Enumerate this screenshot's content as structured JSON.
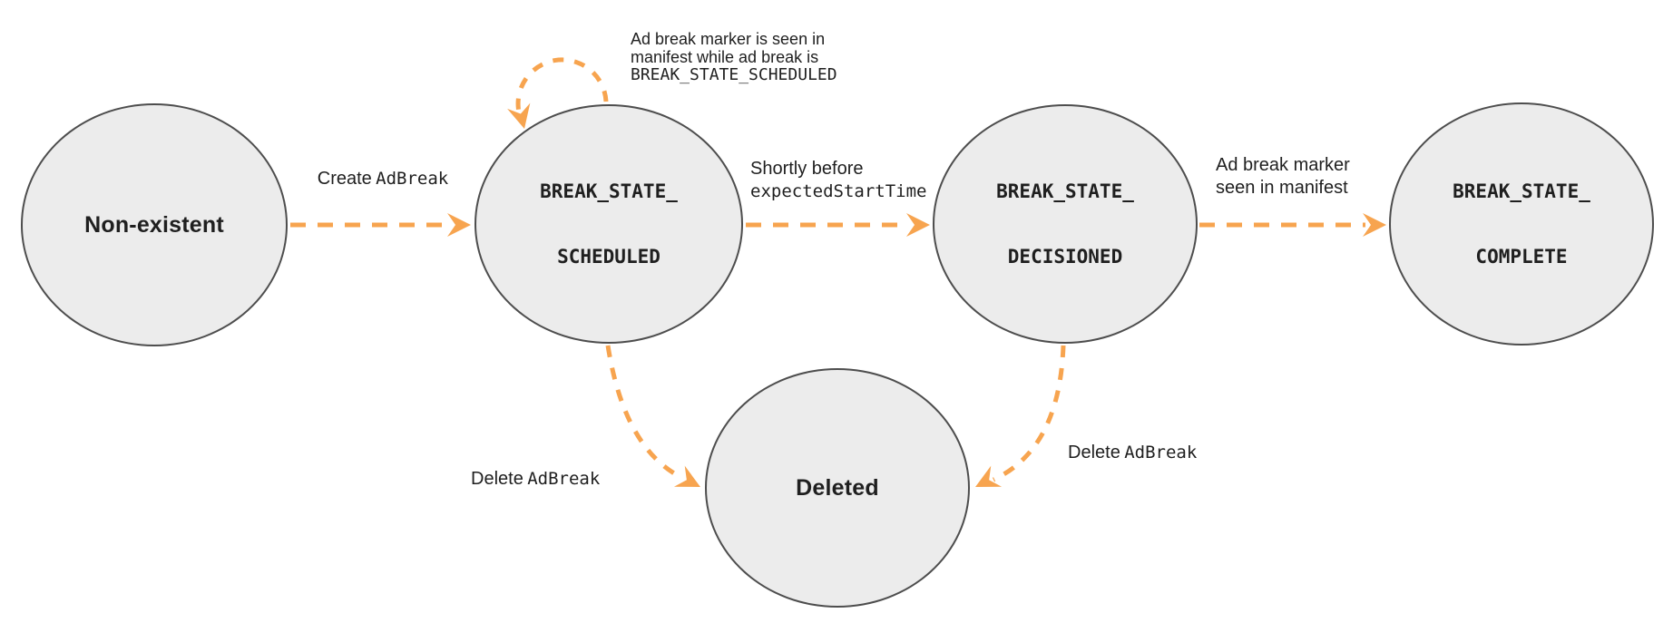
{
  "colors": {
    "accent_orange": "#F7A44F",
    "node_fill": "#ECECEC",
    "node_border": "#4D4D4D",
    "text": "#1F1F1F"
  },
  "states": {
    "non_existent": {
      "label": "Non-existent"
    },
    "scheduled": {
      "line1": "BREAK_STATE_",
      "line2": "SCHEDULED"
    },
    "decisioned": {
      "line1": "BREAK_STATE_",
      "line2": "DECISIONED"
    },
    "complete": {
      "line1": "BREAK_STATE_",
      "line2": "COMPLETE"
    },
    "deleted": {
      "label": "Deleted"
    }
  },
  "transitions": {
    "create": {
      "sans": "Create",
      "mono": "AdBreak"
    },
    "self_loop": {
      "line1": "Ad break marker is seen in",
      "line2": "manifest while ad break is",
      "line3_mono": "BREAK_STATE_SCHEDULED"
    },
    "to_decisioned": {
      "line1_sans": "Shortly before",
      "line2_mono": "expectedStartTime"
    },
    "to_complete": {
      "line1": "Ad break marker",
      "line2": "seen in manifest"
    },
    "delete_from_scheduled": {
      "sans": "Delete",
      "mono": "AdBreak"
    },
    "delete_from_decisioned": {
      "sans": "Delete",
      "mono": "AdBreak"
    }
  }
}
